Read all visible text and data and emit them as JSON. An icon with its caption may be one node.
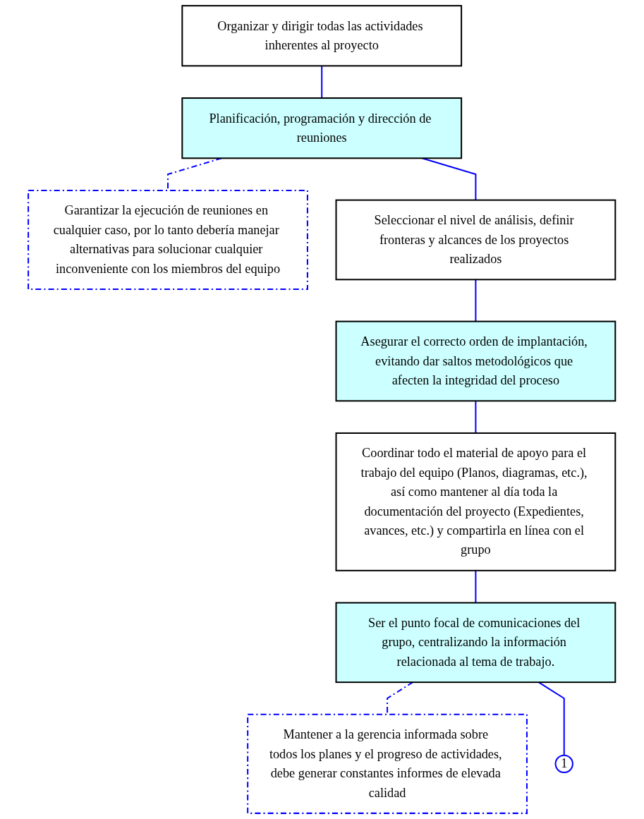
{
  "diagram": {
    "nodes": [
      {
        "text": [
          "Organizar y dirigir todas las actividades inherentes al proyecto"
        ]
      },
      {
        "text": [
          "Planificación, programación y dirección de reuniones"
        ]
      },
      {
        "text": [
          "Garantizar la ejecución de reuniones en cualquier caso, por lo tanto debería manejar alternativas para solucionar cualquier inconveniente con los miembros del equipo"
        ]
      },
      {
        "text": [
          "Seleccionar el nivel de análisis, definir fronteras y alcances de los proyectos realizados"
        ]
      },
      {
        "text": [
          "Asegurar el correcto orden de implantación, evitando dar saltos metodológicos que afecten la integridad del proceso"
        ]
      },
      {
        "text": [
          "Coordinar todo el material de apoyo para el trabajo del equipo (Planos, diagramas, etc.), así como mantener al día toda la documentación del proyecto (Expedientes, avances, etc.) y compartirla en línea con el grupo"
        ]
      },
      {
        "text": [
          "Ser el punto focal de comunicaciones del grupo, centralizando la información relacionada al tema de trabajo."
        ]
      },
      {
        "text": [
          "Mantener a la gerencia informada sobre todos los planes y el progreso de actividades, debe generar constantes informes de elevada calidad"
        ]
      },
      {
        "text": [
          "1"
        ]
      }
    ],
    "edges": [
      {
        "from": 0,
        "to": 1,
        "arrow": "none"
      },
      {
        "from": 1,
        "to": 2,
        "arrow": "none",
        "style": "dashed"
      },
      {
        "from": 1,
        "to": 3,
        "arrow": "none"
      },
      {
        "from": 3,
        "to": 4,
        "arrow": "none"
      },
      {
        "from": 4,
        "to": 5,
        "arrow": "none"
      },
      {
        "from": 5,
        "to": 6,
        "arrow": "none"
      },
      {
        "from": 6,
        "to": 7,
        "arrow": "none",
        "style": "dashed"
      },
      {
        "from": 6,
        "to": 8,
        "arrow": "none"
      }
    ]
  }
}
